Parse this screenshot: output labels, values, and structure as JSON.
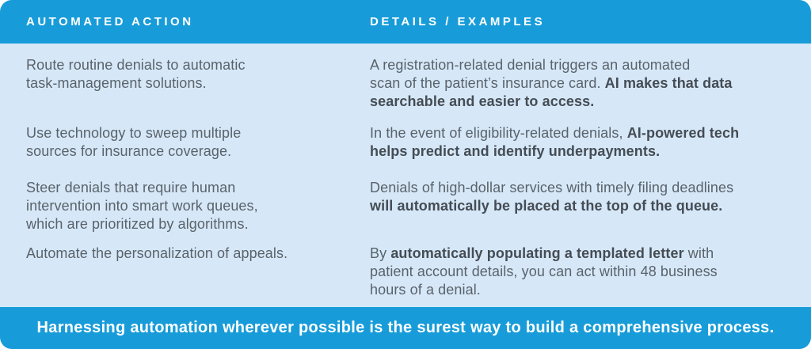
{
  "colors": {
    "band_blue": "#189cd9",
    "body_light_blue": "#d6e8f7",
    "text_regular": "#5a626b",
    "text_bold": "#454c55",
    "header_text": "#ffffff"
  },
  "table": {
    "columns": [
      "AUTOMATED ACTION",
      "DETAILS / EXAMPLES"
    ],
    "rows": [
      {
        "action": "Route routine denials to automatic\ntask-management solutions.",
        "details": [
          {
            "text": "A registration-related denial triggers an automated\nscan of the patient’s insurance card. ",
            "bold": false
          },
          {
            "text": "AI makes that data\nsearchable and easier to access.",
            "bold": true
          }
        ]
      },
      {
        "action": "Use technology to sweep multiple\nsources for insurance coverage.",
        "details": [
          {
            "text": "In the event of eligibility-related denials, ",
            "bold": false
          },
          {
            "text": "AI-powered tech\nhelps predict and identify underpayments.",
            "bold": true
          }
        ]
      },
      {
        "action": "Steer denials that require human\nintervention into smart work queues,\nwhich are prioritized by algorithms.",
        "details": [
          {
            "text": "Denials of high-dollar services with timely filing deadlines\n",
            "bold": false
          },
          {
            "text": "will automatically be placed at the top of the queue.",
            "bold": true
          }
        ]
      },
      {
        "action": "Automate the personalization of appeals.",
        "details": [
          {
            "text": "By ",
            "bold": false
          },
          {
            "text": "automatically populating a templated letter",
            "bold": true
          },
          {
            "text": " with\npatient account details, you can act within 48 business\nhours of a denial.",
            "bold": false
          }
        ]
      }
    ]
  },
  "footer": {
    "text": "Harnessing automation wherever possible is the surest way to build a comprehensive process."
  }
}
